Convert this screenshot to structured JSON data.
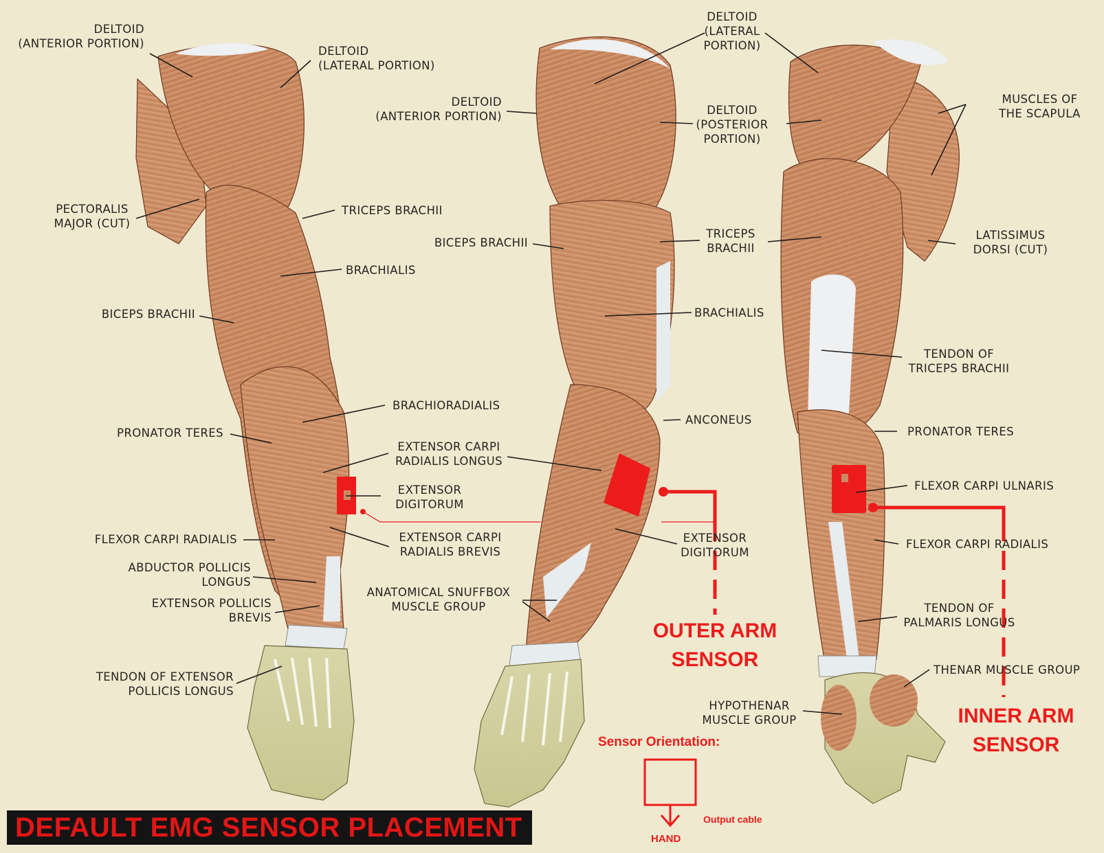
{
  "banner": {
    "title": "DEFAULT EMG SENSOR PLACEMENT"
  },
  "colors": {
    "sensor_red": "#ec1c1c",
    "background": "#efe9cf",
    "muscle": "#c8825a",
    "tendon": "#e7ecef"
  },
  "labels": {
    "arm1": {
      "deltoid_anterior": [
        "DELTOID",
        "(ANTERIOR PORTION)"
      ],
      "deltoid_lateral": [
        "DELTOID",
        "(LATERAL PORTION)"
      ],
      "pectoralis": [
        "PECTORALIS",
        "MAJOR (CUT)"
      ],
      "triceps": [
        "TRICEPS BRACHII"
      ],
      "brachialis": [
        "BRACHIALIS"
      ],
      "biceps": [
        "BICEPS BRACHII"
      ],
      "brachioradialis": [
        "BRACHIORADIALIS"
      ],
      "pronator_teres": [
        "PRONATOR TERES"
      ],
      "ecrl": [
        "EXTENSOR CARPI",
        "RADIALIS LONGUS"
      ],
      "ext_digitorum": [
        "EXTENSOR",
        "DIGITORUM"
      ],
      "fcr": [
        "FLEXOR CARPI RADIALIS"
      ],
      "ecrb": [
        "EXTENSOR CARPI",
        "RADIALIS BREVIS"
      ],
      "apl": [
        "ABDUCTOR POLLICIS",
        "LONGUS"
      ],
      "epb": [
        "EXTENSOR POLLICIS",
        "BREVIS"
      ],
      "tepl": [
        "TENDON OF EXTENSOR",
        "POLLICIS LONGUS"
      ],
      "snuffbox": [
        "ANATOMICAL SNUFFBOX",
        "MUSCLE GROUP"
      ]
    },
    "arm2": {
      "deltoid_lateral": [
        "DELTOID",
        "(LATERAL",
        "PORTION)"
      ],
      "deltoid_anterior": [
        "DELTOID",
        "(ANTERIOR PORTION)"
      ],
      "deltoid_posterior": [
        "DELTOID",
        "(POSTERIOR",
        "PORTION)"
      ],
      "biceps": [
        "BICEPS BRACHII"
      ],
      "triceps": [
        "TRICEPS",
        "BRACHII"
      ],
      "brachialis": [
        "BRACHIALIS"
      ],
      "anconeus": [
        "ANCONEUS"
      ],
      "ext_digitorum": [
        "EXTENSOR",
        "DIGITORUM"
      ]
    },
    "arm3": {
      "scapula": [
        "MUSCLES OF",
        "THE SCAPULA"
      ],
      "latissimus": [
        "LATISSIMUS",
        "DORSI (CUT)"
      ],
      "tendon_triceps": [
        "TENDON OF",
        "TRICEPS BRACHII"
      ],
      "pronator_teres": [
        "PRONATOR TERES"
      ],
      "fcu": [
        "FLEXOR CARPI ULNARIS"
      ],
      "fcr": [
        "FLEXOR CARPI RADIALIS"
      ],
      "palmaris": [
        "TENDON OF",
        "PALMARIS LONGUS"
      ],
      "thenar": [
        "THENAR MUSCLE GROUP"
      ],
      "hypothenar": [
        "HYPOTHENAR",
        "MUSCLE GROUP"
      ]
    }
  },
  "sensors": {
    "outer": [
      "OUTER ARM",
      "SENSOR"
    ],
    "inner": [
      "INNER ARM",
      "SENSOR"
    ],
    "orientation_title": "Sensor Orientation:",
    "output_cable": "Output cable",
    "hand": "HAND"
  }
}
